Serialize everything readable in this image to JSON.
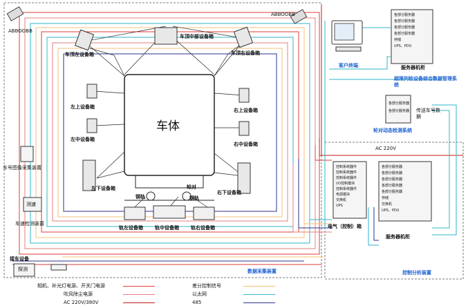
{
  "vehicle": {
    "body": "车体",
    "devices": {
      "rear_left": "车顶左设备箱",
      "rear_center": "车顶中部设备箱",
      "rear_right": "车顶右设备箱",
      "left_upper": "左上设备箱",
      "left_middle": "左中设备箱",
      "left_lower": "左下设备箱",
      "right_upper": "右上设备箱",
      "right_middle": "右中设备箱",
      "right_lower": "右下设备箱",
      "axle_left": "轨左设备箱",
      "axle_middle": "轨中设备箱",
      "axle_right": "轨右设备箱",
      "steel_rail_left": "钢轨",
      "steel_rail_right": "钢轨",
      "wheel": "轮对"
    },
    "side_devices": {
      "car_id_reader": "车号图像采集装置",
      "speed_unit_label": "测速",
      "speed_unit": "车速检测装置",
      "wheel_sensor": "接车设备",
      "sensor_box": "探测"
    },
    "cameras": {
      "left_text": "ABBOOBB",
      "right_text": "ABBOOBB"
    },
    "data_collection_label": "数据采集装置"
  },
  "server_room": {
    "client_label": "客户终端",
    "server1_label": "服务器机柜",
    "server1_rows": [
      "各部分服务器",
      "各部分服务器",
      "各部分服务器",
      "各部分服务器",
      "存储",
      "UPS、PDU"
    ],
    "integrated_system": "超限列检设备综合数据管理系统",
    "car_number_system": "轮对动态检测系统",
    "car_number_text": "传送车号数据",
    "car_number_rows": [
      "各部分服务器",
      "各部分服务器"
    ]
  },
  "control": {
    "ac_label": "AC 220V",
    "cabinet_label": "电气（控制）箱",
    "cabinet_rows": [
      "控制系统器件",
      "控制系统器件",
      "控制系统器件",
      "I/O控制模块",
      "控制系统器件",
      "电源模块",
      "交换机",
      "UPS"
    ],
    "server2_label": "服务器机柜",
    "server2_rows": [
      "各部分服务器",
      "各部分服务器",
      "各部分服务器",
      "各部分服务器",
      "各部分服务器",
      "存储",
      "交换机",
      "UPS、PDU"
    ],
    "distribution_label": "控制分析装置"
  },
  "legend": {
    "items": [
      {
        "text": "相机、补光灯电源、开关门电源",
        "color": "#e03a3a"
      },
      {
        "text": "吹风除尘电源",
        "color": "#e47f7f"
      },
      {
        "text": "AC 220V/380V",
        "color": "#c11919"
      },
      {
        "text": "差分控制信号",
        "color": "#f2c078"
      },
      {
        "text": "以太网",
        "color": "#2fb6c8"
      },
      {
        "text": "485",
        "color": "#2e2f8f"
      }
    ]
  }
}
